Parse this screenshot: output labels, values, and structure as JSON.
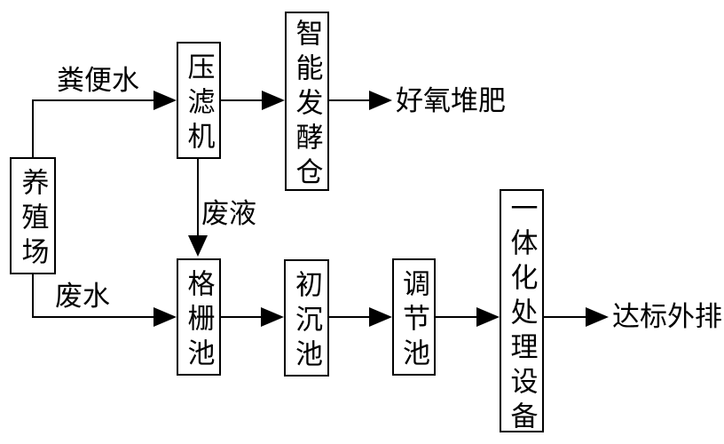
{
  "diagram": {
    "type": "flowchart",
    "colors": {
      "line": "#000000",
      "background": "#ffffff",
      "text": "#000000"
    },
    "boxes": {
      "farm": {
        "label": "养殖场"
      },
      "filter_press": {
        "label": "压滤机"
      },
      "smart_fermenter": {
        "label": "智能发酵仓"
      },
      "grid_pool": {
        "label": "格栅池"
      },
      "primary_sedimentation_pool": {
        "label": "初沉池"
      },
      "regulating_pool": {
        "label": "调节池"
      },
      "integrated_equipment": {
        "label": "一体化处理设备"
      }
    },
    "flow_labels": {
      "manure_water": "粪便水",
      "waste_liquid": "废液",
      "wastewater": "废水"
    },
    "outputs": {
      "aerobic_compost": "好氧堆肥",
      "standard_discharge": "达标外排"
    },
    "edges": [
      {
        "from": "养殖场",
        "to": "压滤机",
        "label": "粪便水"
      },
      {
        "from": "压滤机",
        "to": "智能发酵仓",
        "label": ""
      },
      {
        "from": "智能发酵仓",
        "to": "好氧堆肥",
        "label": ""
      },
      {
        "from": "压滤机",
        "to": "格栅池",
        "label": "废液"
      },
      {
        "from": "养殖场",
        "to": "格栅池",
        "label": "废水"
      },
      {
        "from": "格栅池",
        "to": "初沉池",
        "label": ""
      },
      {
        "from": "初沉池",
        "to": "调节池",
        "label": ""
      },
      {
        "from": "调节池",
        "to": "一体化处理设备",
        "label": ""
      },
      {
        "from": "一体化处理设备",
        "to": "达标外排",
        "label": ""
      }
    ]
  }
}
